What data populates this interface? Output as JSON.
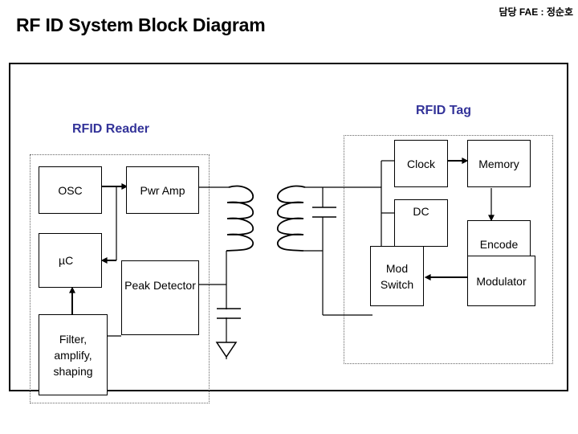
{
  "header": {
    "title": "RF ID System Block Diagram",
    "presenter": "담당 FAE : 정순호"
  },
  "reader": {
    "label": "RFID Reader",
    "blocks": {
      "osc": "OSC",
      "pwr_amp": "Pwr Amp",
      "uc": "µC",
      "filter": [
        "Filter,",
        "amplify,",
        "shaping"
      ],
      "peak_detector": "Peak Detector"
    }
  },
  "tag": {
    "label": "RFID Tag",
    "blocks": {
      "clock": "Clock",
      "memory": "Memory",
      "dc": "DC",
      "encode": "Encode",
      "mod_switch": [
        "Mod",
        "Switch"
      ],
      "modulator": "Modulator"
    }
  },
  "colors": {
    "section_label": "#333399",
    "line": "#000000",
    "dotted_border": "#666666"
  }
}
